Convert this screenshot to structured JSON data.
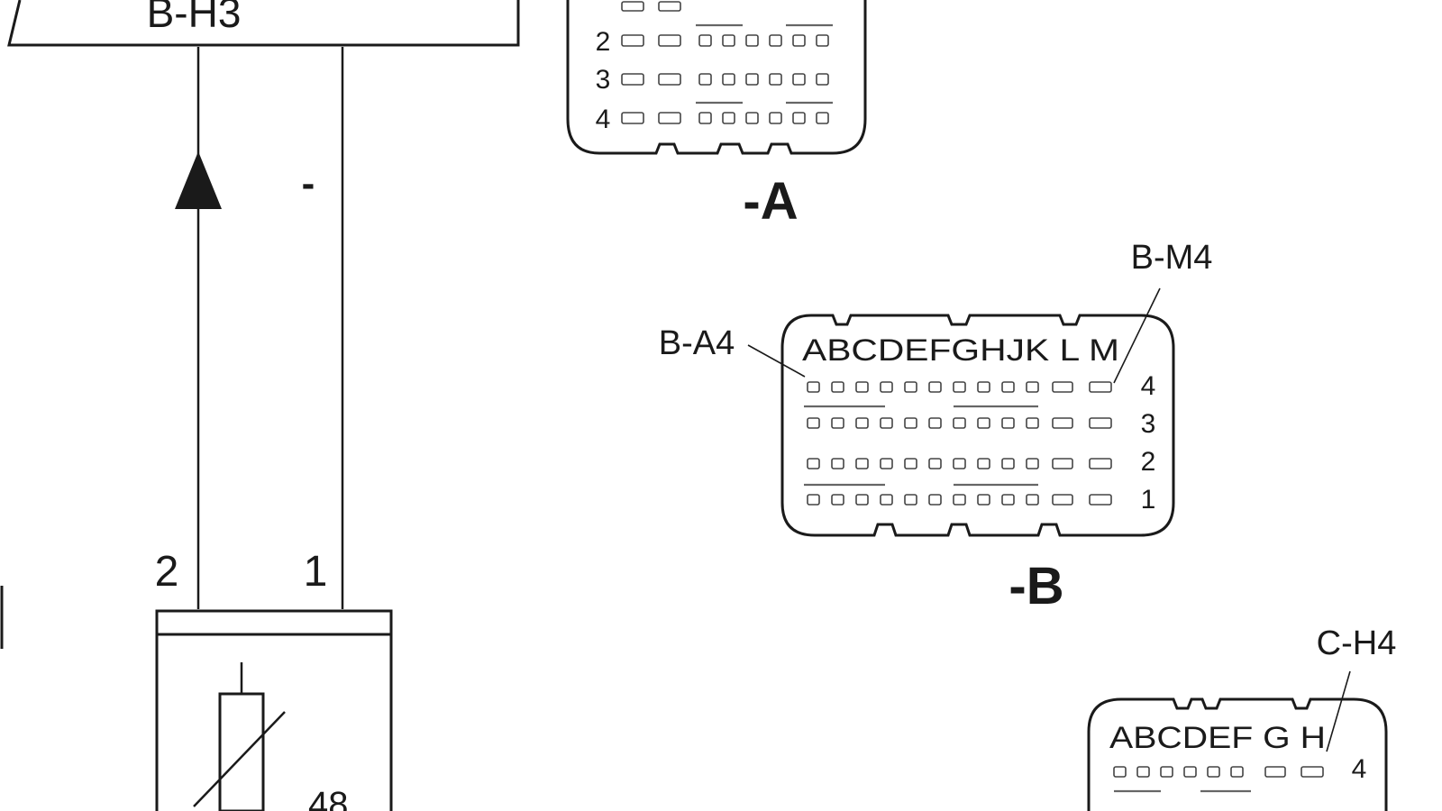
{
  "wiring": {
    "top_box_label": "B-H3",
    "wire_marker": "-",
    "pin_left": "2",
    "pin_right": "1",
    "sensor_label_partial": "48"
  },
  "connector_a": {
    "suffix": "-A",
    "rows": [
      "2",
      "3",
      "4"
    ]
  },
  "connector_b": {
    "suffix": "-B",
    "columns_label": "ABCDEFGHJK L M",
    "rows": [
      "4",
      "3",
      "2",
      "1"
    ],
    "callout_first": "B-A4",
    "callout_last": "B-M4"
  },
  "connector_c": {
    "columns_label": "ABCDEF G H",
    "rows": [
      "4"
    ],
    "callout_last": "C-H4"
  },
  "colors": {
    "line": "#1a1a1a",
    "pin_outline": "#444444",
    "background": "#ffffff"
  }
}
